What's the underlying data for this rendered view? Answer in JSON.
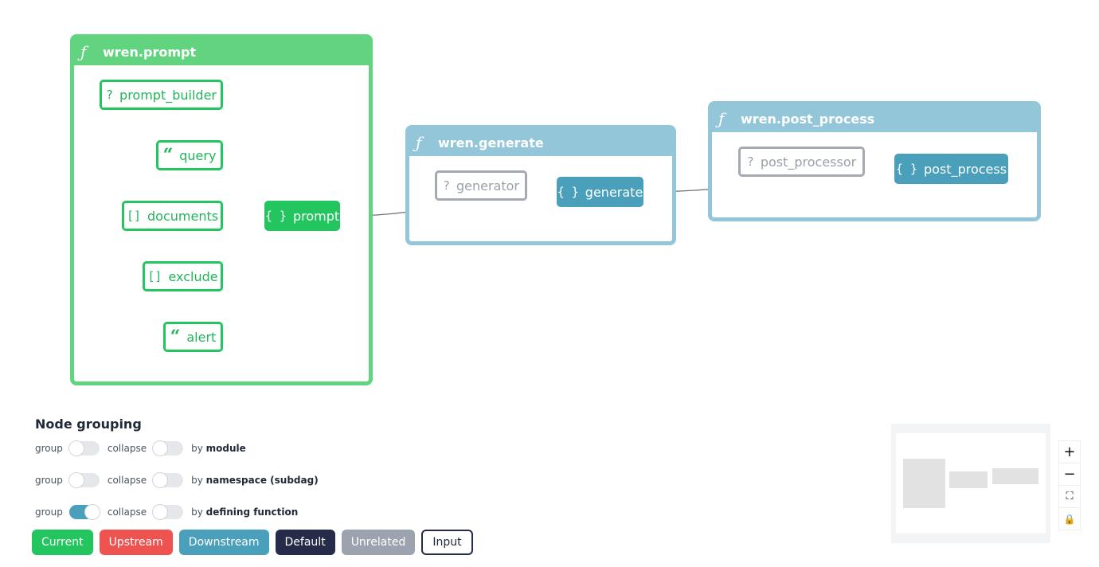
{
  "groups": {
    "prompt": {
      "title": "wren.prompt",
      "icon": "function-icon"
    },
    "generate": {
      "title": "wren.generate",
      "icon": "function-icon"
    },
    "post_process": {
      "title": "wren.post_process",
      "icon": "function-icon"
    }
  },
  "nodes": {
    "prompt_builder": {
      "label": "prompt_builder",
      "glyph": "?"
    },
    "query": {
      "label": "query",
      "glyph": "“"
    },
    "documents": {
      "label": "documents",
      "glyph": "[]"
    },
    "exclude": {
      "label": "exclude",
      "glyph": "[]"
    },
    "alert": {
      "label": "alert",
      "glyph": "“"
    },
    "prompt": {
      "label": "prompt",
      "glyph": "{ }"
    },
    "generator": {
      "label": "generator",
      "glyph": "?"
    },
    "generate": {
      "label": "generate",
      "glyph": "{ }"
    },
    "post_processor": {
      "label": "post_processor",
      "glyph": "?"
    },
    "post_process": {
      "label": "post_process",
      "glyph": "{ }"
    }
  },
  "controls": {
    "title": "Node grouping",
    "group_label": "group",
    "collapse_label": "collapse",
    "by_label": "by",
    "rows": [
      {
        "target": "module",
        "group_on": false,
        "collapse_on": false
      },
      {
        "target": "namespace (subdag)",
        "group_on": false,
        "collapse_on": false
      },
      {
        "target": "defining function",
        "group_on": true,
        "collapse_on": false
      }
    ]
  },
  "legend": [
    {
      "label": "Current",
      "color": "#23c55e"
    },
    {
      "label": "Upstream",
      "color": "#ef5350"
    },
    {
      "label": "Downstream",
      "color": "#4a9fba"
    },
    {
      "label": "Default",
      "color": "#262b4a"
    },
    {
      "label": "Unrelated",
      "color": "#9ca3af"
    },
    {
      "label": "Input",
      "color": "#ffffff"
    }
  ],
  "zoom": {
    "zoom_in": "+",
    "zoom_out": "−",
    "fit": "⛶",
    "lock": "🔒"
  },
  "colors": {
    "current": "#23c55e",
    "group_current": "#62d47f",
    "group_downstream": "#93c6d9",
    "downstream": "#4a9fba"
  }
}
